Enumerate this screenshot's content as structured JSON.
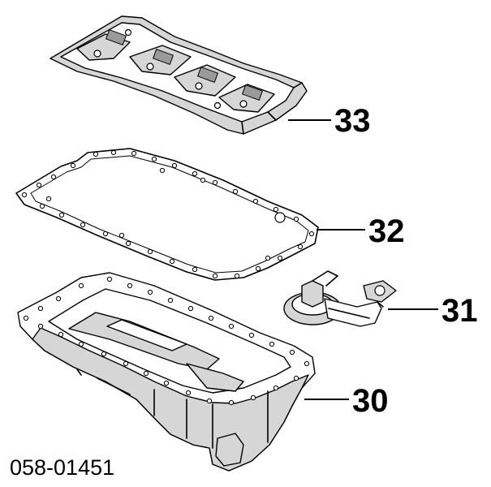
{
  "diagram": {
    "diagram_code": "058-01451",
    "callouts": [
      {
        "id": "baffle-plate",
        "label": "33"
      },
      {
        "id": "oil-pan-gasket",
        "label": "32"
      },
      {
        "id": "oil-strainer",
        "label": "31"
      },
      {
        "id": "oil-pan",
        "label": "30"
      }
    ]
  }
}
